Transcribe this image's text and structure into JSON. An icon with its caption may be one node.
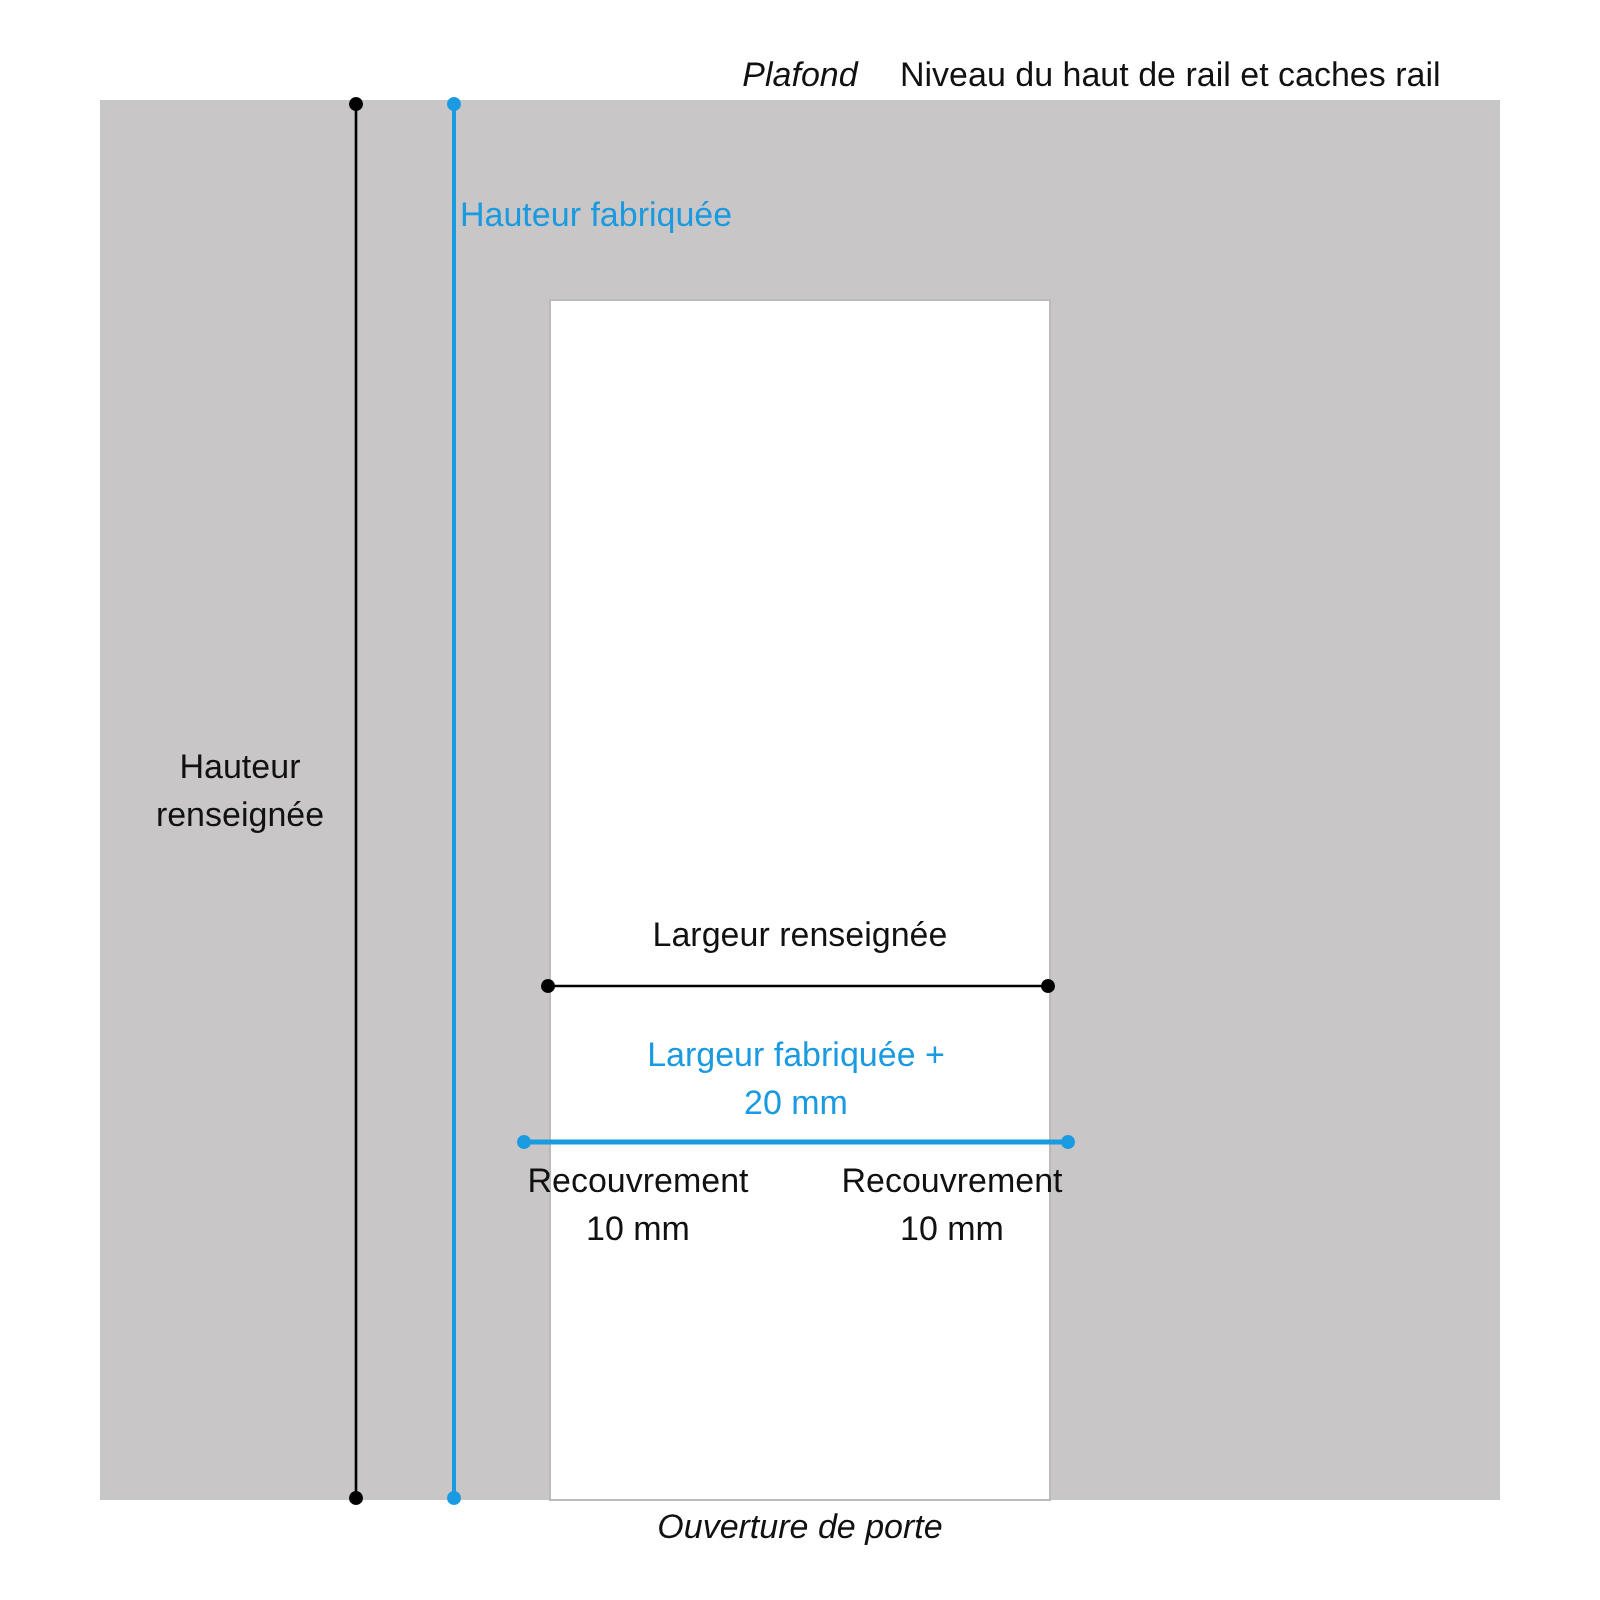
{
  "diagram": {
    "labels": [
      "Plafond",
      "Niveau du haut de rail et caches rail",
      "Hauteur fabriquée",
      "Hauteur renseignée",
      "Largeur renseignée",
      "Largeur fabriquée + 20 mm",
      "Recouvrement 10 mm",
      "Recouvrement 10 mm",
      "Ouverture de porte"
    ]
  }
}
